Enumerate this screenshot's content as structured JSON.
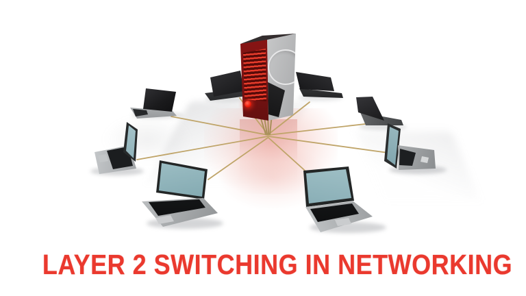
{
  "title": {
    "label": "LAYER 2 SWITCHING IN NETWORKING",
    "color": "#EA392E"
  },
  "scene": {
    "description": "3D render of a star network topology: eight laptops connected by cables to a central red switch tower",
    "topology": "star",
    "central_device": {
      "name": "layer-2-switch-tower",
      "front_color": "#7A1212",
      "vent_color": "#E03426",
      "side_panel_color": "#C3C4C5",
      "power_led_color": "#FF2616"
    },
    "cables": {
      "color": "#BFA468",
      "count": 8
    },
    "laptop_screen_color": "#8FB3BA",
    "background_color": "#FFFFFF",
    "laptops": [
      {
        "id": "laptop-top-left"
      },
      {
        "id": "laptop-left"
      },
      {
        "id": "laptop-upper-left"
      },
      {
        "id": "laptop-upper-right"
      },
      {
        "id": "laptop-right"
      },
      {
        "id": "laptop-far-right"
      },
      {
        "id": "laptop-bottom-left"
      },
      {
        "id": "laptop-bottom-right"
      }
    ]
  }
}
